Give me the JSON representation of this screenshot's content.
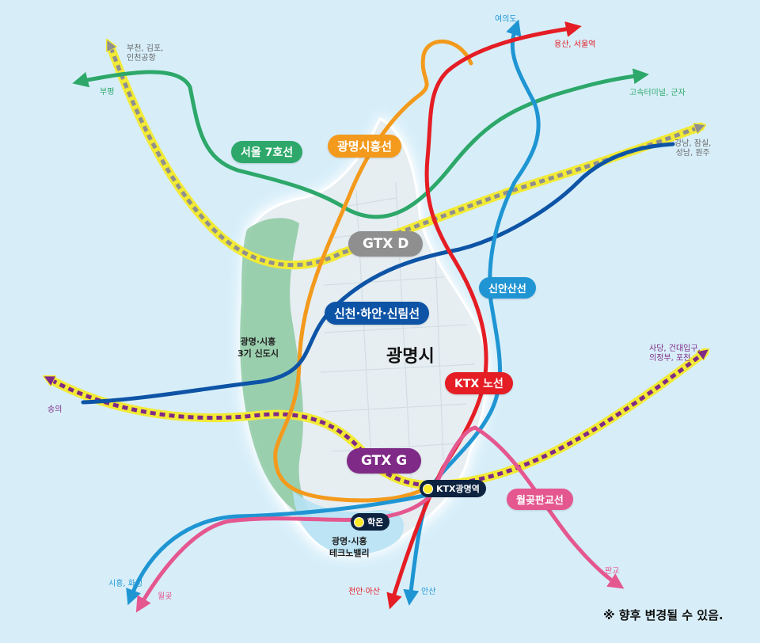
{
  "city": "광명시",
  "areas": {
    "new_town": "광명·시흥\n3기 신도시",
    "techno_valley": "광명·시흥\n테크노밸리"
  },
  "routes": {
    "seoul7": {
      "label": "서울 7호선",
      "color": "#2da86a"
    },
    "gwangmyeong_siheung": {
      "label": "광명시흥선",
      "color": "#f39a1d"
    },
    "gtx_d": {
      "label": "GTX D",
      "color": "#8f8f8f"
    },
    "sincheon_haan_sillim": {
      "label": "신천·하안·신림선",
      "color": "#0e54a6"
    },
    "sinansan": {
      "label": "신안산선",
      "color": "#1f95d3"
    },
    "ktx": {
      "label": "KTX 노선",
      "color": "#e51d24"
    },
    "gtx_g": {
      "label": "GTX G",
      "color": "#7f2a86"
    },
    "wolgot_pangyo": {
      "label": "월곶판교선",
      "color": "#e4578f"
    }
  },
  "destinations": {
    "bucheon": "부천, 김포,\n인천공항",
    "bupyeong": "부평",
    "yeouido": "여의도",
    "yongsan": "용산, 서울역",
    "express_terminal": "고속터미널, 군자",
    "gangnam": "강남, 잠실,\n성남, 원주",
    "sadang": "사당, 건대입구,\n의정부, 포천",
    "songui": "송의",
    "siheung": "시흥, 화성",
    "wolgot": "월곶",
    "cheonan": "천안·아산",
    "ansan": "안산",
    "pangyo": "판교"
  },
  "stations": {
    "ktx_gwangmyeong": "KTX광명역",
    "hakon": "학온"
  },
  "note": "※ 향후 변경될 수 있음."
}
